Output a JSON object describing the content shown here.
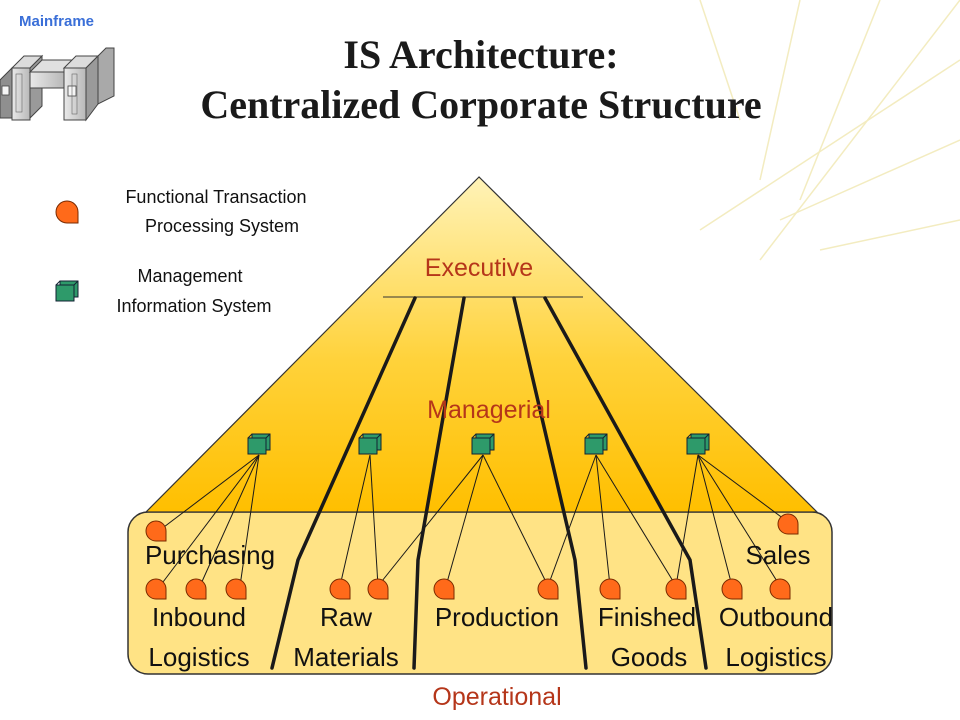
{
  "header": {
    "mainframe_label": "Mainframe",
    "title_line1": "IS Architecture:",
    "title_line2": "Centralized Corporate Structure"
  },
  "legend": {
    "tps_line1": "Functional Transaction",
    "tps_line2": "Processing System",
    "mis_line1": "Management",
    "mis_line2": "Information System"
  },
  "levels": {
    "executive": "Executive",
    "managerial": "Managerial",
    "operational": "Operational"
  },
  "functions": {
    "purchasing": "Purchasing",
    "sales": "Sales",
    "inbound_line1": "Inbound",
    "inbound_line2": "Logistics",
    "raw_line1": "Raw",
    "raw_line2": "Materials",
    "production": "Production",
    "finished_line1": "Finished",
    "finished_line2": "Goods",
    "outbound_line1": "Outbound",
    "outbound_line2": "Logistics"
  },
  "colors": {
    "title": "#1a1a1a",
    "mainframe_label": "#3a6fd8",
    "pyramid_top": "#fff1b0",
    "pyramid_bottom": "#ffc000",
    "operational_band": "#ffe27a",
    "level_label": "#b5361a",
    "tps_node": "#ff6a1a",
    "mis_node": "#2e9a6a"
  }
}
